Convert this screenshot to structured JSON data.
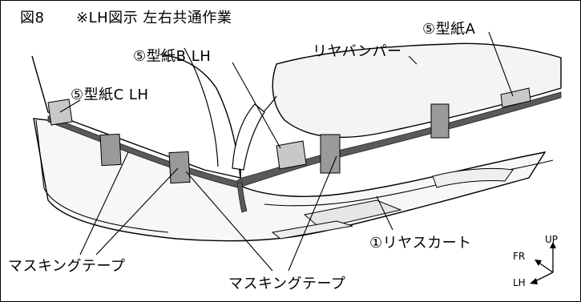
{
  "figure": {
    "number_label": "図8",
    "note": "※LH図示 左右共通作業"
  },
  "labels": {
    "pattern_a": "⑤型紙A",
    "pattern_b": "⑤型紙B LH",
    "pattern_c": "⑤型紙C LH",
    "rear_bumper": "リヤバンパー",
    "rear_skirt": "①リヤスカート",
    "masking_tape_left": "マスキングテープ",
    "masking_tape_center": "マスキングテープ"
  },
  "axes": {
    "up": "UP",
    "fr": "FR",
    "lh": "LH"
  }
}
